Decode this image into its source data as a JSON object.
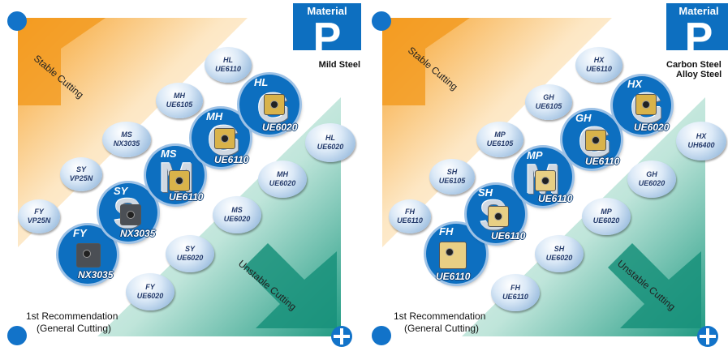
{
  "panels": [
    {
      "id": "left",
      "material_title": "Material",
      "material_letter": "P",
      "material_desc": [
        "Mild Steel"
      ],
      "stable_label": "Stable Cutting",
      "unstable_label": "Unstable Cutting",
      "recommendation": [
        "1st Recommendation",
        "(General Cutting)"
      ],
      "main_inserts": [
        {
          "letter": "",
          "name": "FY",
          "grade": "NX3035",
          "insert_color": "dark"
        },
        {
          "letter": "S",
          "name": "SY",
          "grade": "NX3035",
          "insert_color": "dark"
        },
        {
          "letter": "M",
          "name": "MS",
          "grade": "UE6110",
          "insert_color": "gold"
        },
        {
          "letter": "G",
          "name": "MH",
          "grade": "UE6110",
          "insert_color": "gold"
        },
        {
          "letter": "G",
          "name": "HL",
          "grade": "UE6020",
          "insert_color": "gold"
        }
      ],
      "alternatives": [
        {
          "name": "FY",
          "grade": "VP25N"
        },
        {
          "name": "SY",
          "grade": "VP25N"
        },
        {
          "name": "MS",
          "grade": "NX3035"
        },
        {
          "name": "MH",
          "grade": "UE6105"
        },
        {
          "name": "HL",
          "grade": "UE6110"
        },
        {
          "name": "HL",
          "grade": "UE6020"
        },
        {
          "name": "MH",
          "grade": "UE6020"
        },
        {
          "name": "MS",
          "grade": "UE6020"
        },
        {
          "name": "SY",
          "grade": "UE6020"
        },
        {
          "name": "FY",
          "grade": "UE6020"
        }
      ]
    },
    {
      "id": "right",
      "material_title": "Material",
      "material_letter": "P",
      "material_desc": [
        "Carbon Steel",
        "Alloy Steel"
      ],
      "stable_label": "Stable Cutting",
      "unstable_label": "Unstable Cutting",
      "recommendation": [
        "1st Recommendation",
        "(General Cutting)"
      ],
      "main_inserts": [
        {
          "letter": "",
          "name": "FH",
          "grade": "UE6110",
          "insert_color": "lgold"
        },
        {
          "letter": "S",
          "name": "SH",
          "grade": "UE6110",
          "insert_color": "lgold"
        },
        {
          "letter": "M",
          "name": "MP",
          "grade": "UE6110",
          "insert_color": "lgold"
        },
        {
          "letter": "G",
          "name": "GH",
          "grade": "UE6110",
          "insert_color": "gold"
        },
        {
          "letter": "G",
          "name": "HX",
          "grade": "UE6020",
          "insert_color": "gold"
        }
      ],
      "alternatives": [
        {
          "name": "FH",
          "grade": "UE6110"
        },
        {
          "name": "SH",
          "grade": "UE6105"
        },
        {
          "name": "MP",
          "grade": "UE6105"
        },
        {
          "name": "GH",
          "grade": "UE6105"
        },
        {
          "name": "HX",
          "grade": "UE6110"
        },
        {
          "name": "HX",
          "grade": "UH6400"
        },
        {
          "name": "GH",
          "grade": "UE6020"
        },
        {
          "name": "MP",
          "grade": "UE6020"
        },
        {
          "name": "SH",
          "grade": "UE6020"
        },
        {
          "name": "FH",
          "grade": "UE6110"
        }
      ]
    }
  ],
  "colors": {
    "accent_blue": "#0d6fc0",
    "stable_orange": "#f39a1e",
    "unstable_green": "#1f9a82"
  }
}
